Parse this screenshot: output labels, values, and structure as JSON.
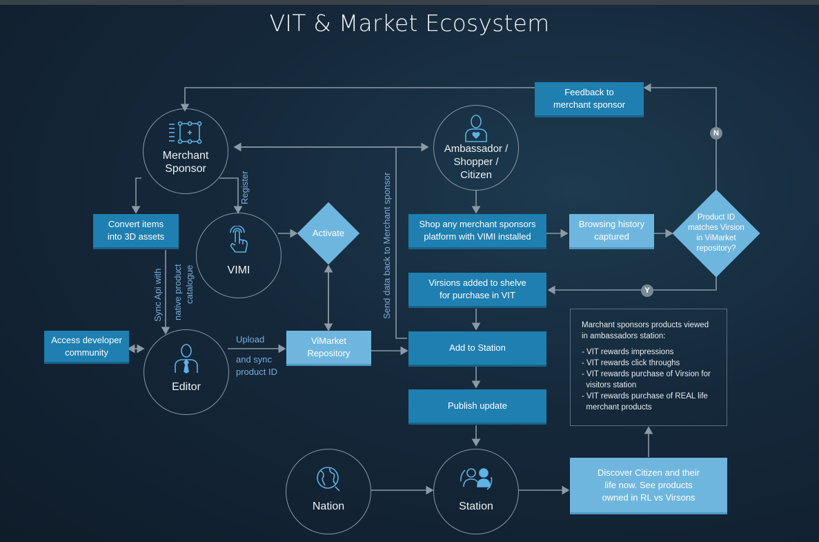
{
  "title": "VIT & Market Ecosystem",
  "colors": {
    "box_dark": "#1f7fb0",
    "box_light": "#6fb6de",
    "line": "#8a9aa6",
    "label": "#79aedb",
    "background": "#15283a"
  },
  "nodes": {
    "merchant_sponsor": {
      "line1": "Merchant",
      "line2": "Sponsor",
      "icon": "grid-design-icon"
    },
    "ambassador": {
      "line1": "Ambassador /",
      "line2": "Shopper /",
      "line3": "Citizen",
      "icon": "person-heart-icon"
    },
    "vimi": {
      "label": "VIMI",
      "icon": "touch-hand-icon"
    },
    "editor": {
      "label": "Editor",
      "icon": "person-tie-icon"
    },
    "nation": {
      "label": "Nation",
      "icon": "globe-icon"
    },
    "station": {
      "label": "Station",
      "icon": "users-sync-icon"
    }
  },
  "boxes": {
    "feedback": {
      "line1": "Feedback to",
      "line2": "merchant sponsor"
    },
    "convert": {
      "line1": "Convert items",
      "line2": "into 3D assets"
    },
    "shop": {
      "line1": "Shop any merchant sponsors",
      "line2": "platform with VIMI installed"
    },
    "browsing": {
      "line1": "Browsing history",
      "line2": "captured"
    },
    "virsions_added": {
      "line1": "Virsions added to shelve",
      "line2": "for purchase in VIT"
    },
    "access_dev": {
      "line1": "Access developer",
      "line2": "community"
    },
    "vimarket": {
      "line1": "ViMarket",
      "line2": "Repository"
    },
    "add_station": {
      "label": "Add to Station"
    },
    "publish": {
      "label": "Publish update"
    },
    "discover": {
      "line1": "Discover Citizen and their",
      "line2": "life now. See products",
      "line3": "owned in RL vs Virsons"
    }
  },
  "diamonds": {
    "activate": {
      "label": "Activate"
    },
    "product_id": {
      "line1": "Product ID",
      "line2": "matches Virsion",
      "line3": "in ViMarket",
      "line4": "repository?"
    }
  },
  "decisions": {
    "no": "N",
    "yes": "Y"
  },
  "edge_labels": {
    "register": "Register",
    "sync_api": {
      "line1": "Sync Api with",
      "line2": "native product",
      "line3": "catalogue"
    },
    "upload": "Upload",
    "and_sync": {
      "line1": "and sync",
      "line2": "product ID"
    },
    "send_data": "Send data back to Merchant sponsor"
  },
  "infobox": {
    "intro1": "Marchant sponsors products viewed",
    "intro2": "in ambassadors station:",
    "items": [
      "- VIT rewards impressions",
      "- VIT rewards click throughs",
      "- VIT rewards purchase of Virsion for",
      "  visitors station",
      "- VIT rewards purchase of REAL life",
      "  merchant products"
    ]
  }
}
